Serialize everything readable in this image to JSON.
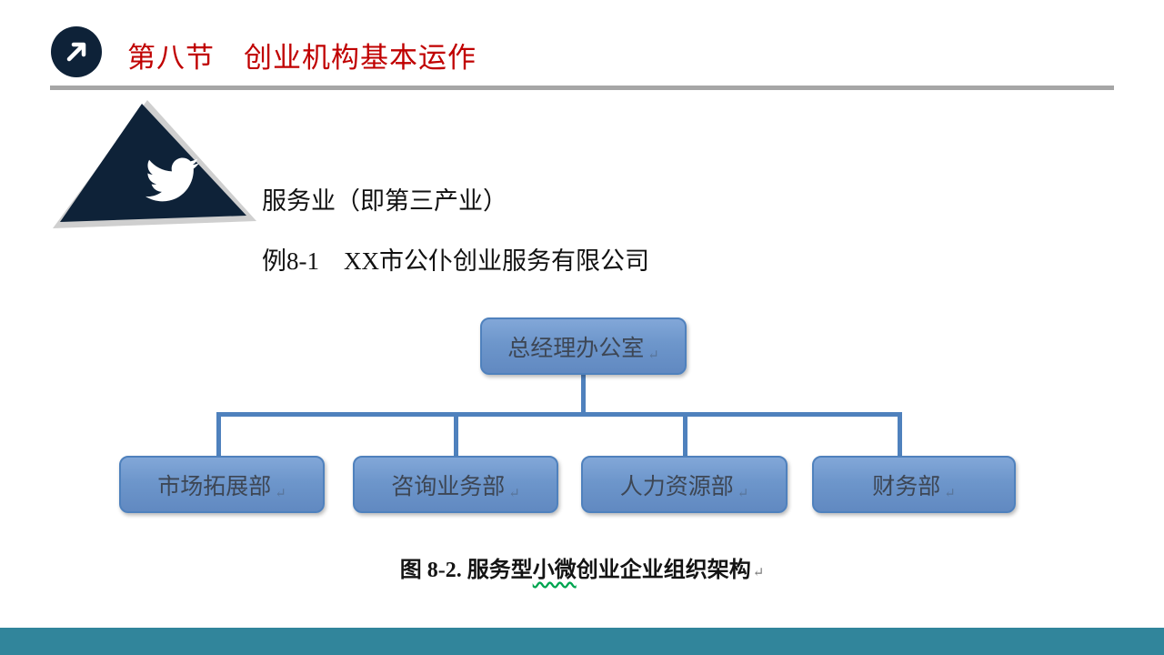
{
  "header": {
    "title": "第八节　创业机构基本运作",
    "title_color": "#c00000"
  },
  "intro": {
    "line1": "服务业（即第三产业）",
    "line2": "例8-1　XX市公仆创业服务有限公司"
  },
  "org_chart": {
    "type": "org-chart",
    "root": "总经理办公室",
    "children": [
      "市场拓展部",
      "咨询业务部",
      "人力资源部",
      "财务部"
    ]
  },
  "caption": {
    "prefix": "图 8-2. 服务型",
    "wavy": "小微",
    "suffix": "创业企业组织架构"
  },
  "marks": {
    "return_mark": "↵"
  },
  "icons": {
    "header_arrow": "arrow-up-right-in-circle",
    "shape_logo": "twitter-bird"
  },
  "colors": {
    "title": "#c00000",
    "rule": "#a6a6a6",
    "shape_fill": "#0e2238",
    "shape_shadow": "#cfcfcf",
    "box_fill": "#6d96cb",
    "box_border": "#4f81bd",
    "connector": "#4f81bd",
    "box_text": "#3d4654",
    "bottom_bar": "#31859b",
    "wavy_underline": "#00a550"
  }
}
